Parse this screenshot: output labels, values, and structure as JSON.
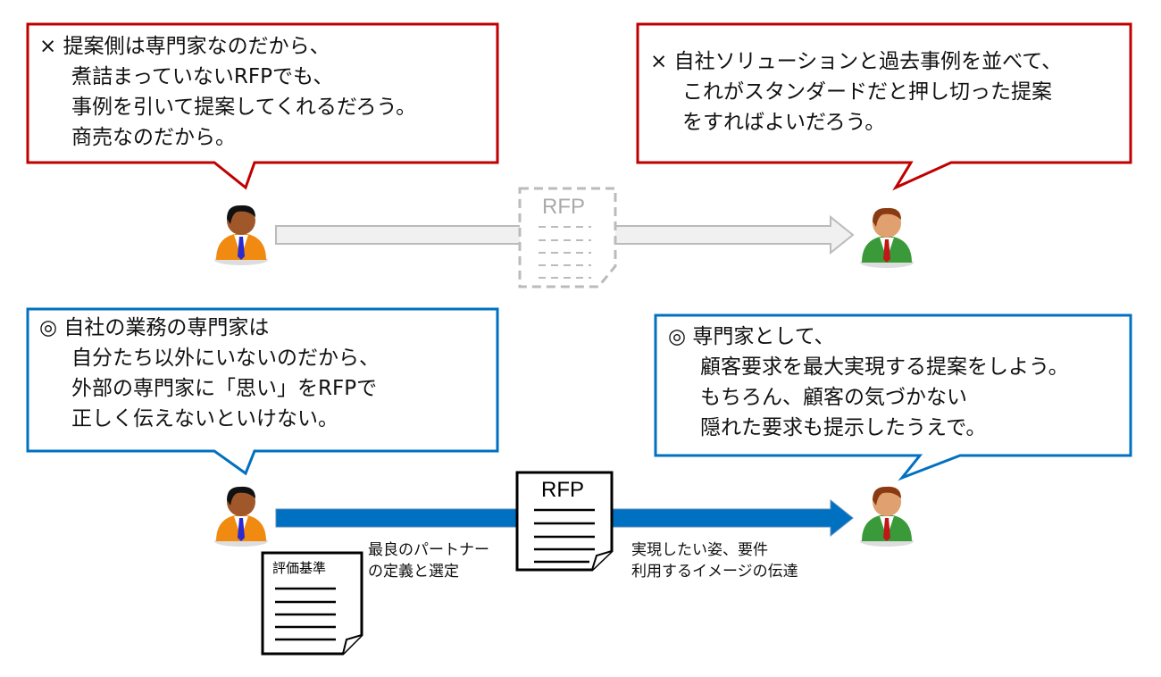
{
  "colors": {
    "bad": "#c00000",
    "good": "#0070c0",
    "gray_arrow": "#f0f0f0",
    "blue_arrow": "#0070c0"
  },
  "top_left_bubble": {
    "marker": "×",
    "lines": [
      "提案側は専門家なのだから、",
      "煮詰まっていないRFPでも、",
      "事例を引いて提案してくれるだろう。",
      "商売なのだから。"
    ]
  },
  "top_right_bubble": {
    "marker": "×",
    "lines": [
      "自社ソリューションと過去事例を並べて、",
      "これがスタンダードだと押し切った提案",
      "をすればよいだろう。"
    ]
  },
  "bottom_left_bubble": {
    "marker": "◎",
    "lines": [
      "自社の業務の専門家は",
      "自分たち以外にいないのだから、",
      "外部の専門家に「思い」をRFPで",
      "正しく伝えないといけない。"
    ]
  },
  "bottom_right_bubble": {
    "marker": "◎",
    "lines": [
      "専門家として、",
      "顧客要求を最大実現する提案をしよう。",
      "もちろん、顧客の気づかない",
      "隠れた要求も提示したうえで。"
    ]
  },
  "top_doc": {
    "title": "RFP"
  },
  "bottom_doc": {
    "title": "RFP"
  },
  "criteria_doc": {
    "title": "評価基準"
  },
  "label_partner": [
    "最良のパートナー",
    "の定義と選定"
  ],
  "label_requirements": [
    "実現したい姿、要件",
    "利用するイメージの伝達"
  ]
}
